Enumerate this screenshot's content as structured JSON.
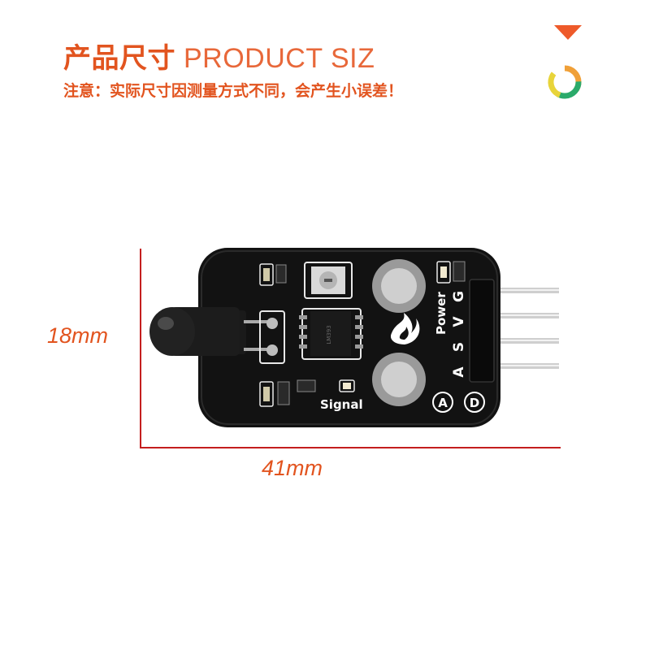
{
  "header": {
    "title_zh": "产品尺寸",
    "title_en": "PRODUCT SIZ",
    "note": "注意：实际尺寸因测量方式不同，会产生小误差！"
  },
  "dimensions": {
    "height_label": "18mm",
    "width_label": "41mm"
  },
  "board": {
    "power_label": "Power",
    "signal_label": "Signal",
    "pin_labels": [
      "G",
      "V",
      "S",
      "A"
    ],
    "analog_mark": "A",
    "digital_mark": "D",
    "chip_text": "LM393"
  },
  "colors": {
    "accent": "#e2541f",
    "dimension_line": "#c41e1e",
    "pcb": "#111111",
    "ring_orange": "#f0a038",
    "ring_green": "#2aaa6a",
    "ring_yellow": "#e8d43a"
  }
}
